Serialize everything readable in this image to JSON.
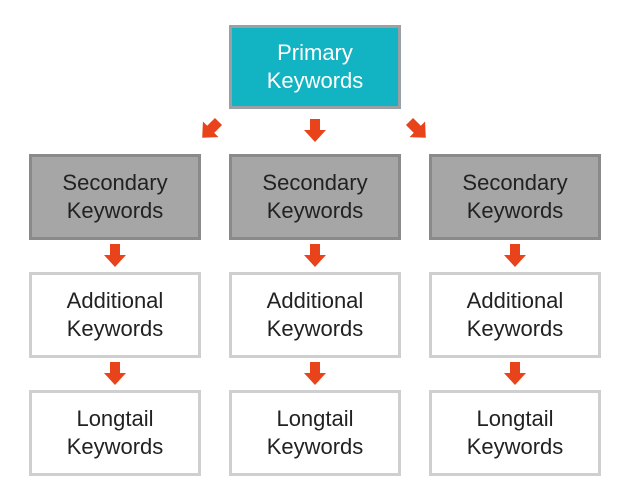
{
  "colors": {
    "primary_fill": "#12b3c3",
    "secondary_fill": "#a6a6a6",
    "arrow": "#e8431a"
  },
  "primary": {
    "label": "Primary\nKeywords"
  },
  "columns": [
    {
      "secondary": "Secondary\nKeywords",
      "additional": "Additional\nKeywords",
      "longtail": "Longtail\nKeywords"
    },
    {
      "secondary": "Secondary\nKeywords",
      "additional": "Additional\nKeywords",
      "longtail": "Longtail\nKeywords"
    },
    {
      "secondary": "Secondary\nKeywords",
      "additional": "Additional\nKeywords",
      "longtail": "Longtail\nKeywords"
    }
  ]
}
